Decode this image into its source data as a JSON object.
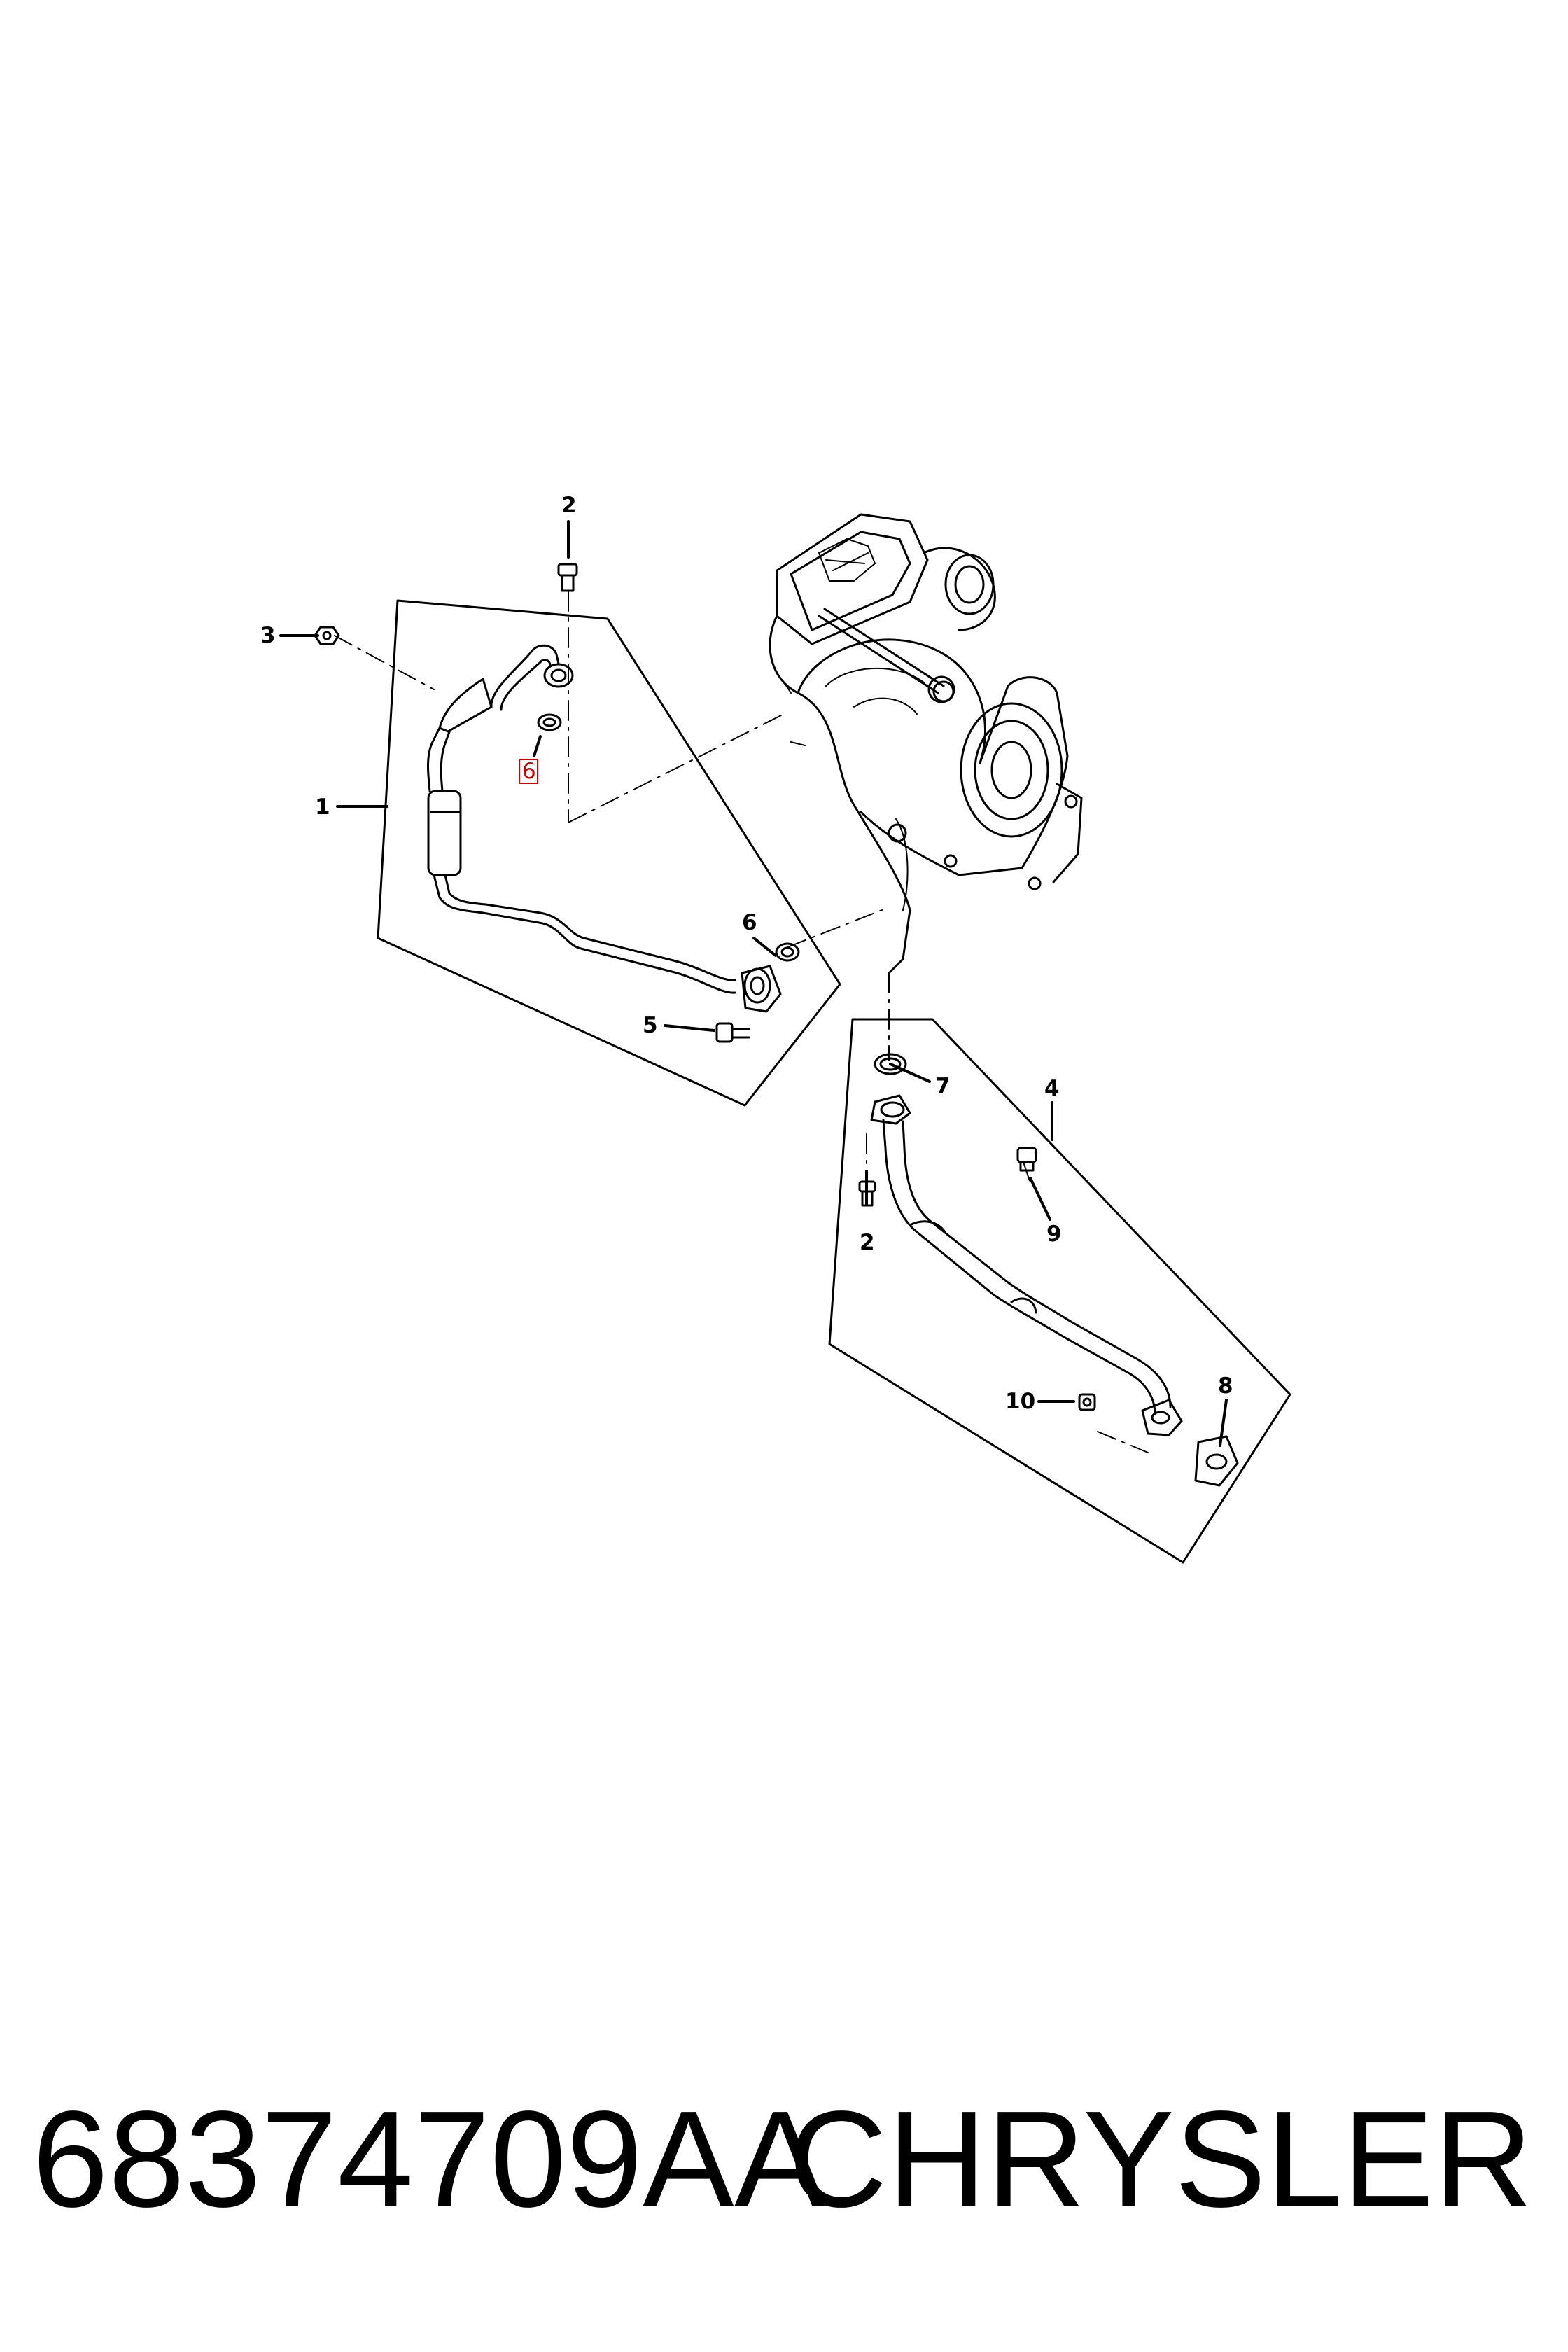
{
  "callouts": {
    "c1": "1",
    "c2_top": "2",
    "c2_bottom": "2",
    "c3": "3",
    "c4": "4",
    "c5": "5",
    "c6_upper": "6",
    "c6_lower": "6",
    "c7": "7",
    "c8": "8",
    "c9": "9",
    "c10": "10"
  },
  "highlight_color": "#d40000",
  "footer": {
    "part_number": "68374709AA",
    "brand": "CHRYSLER"
  }
}
